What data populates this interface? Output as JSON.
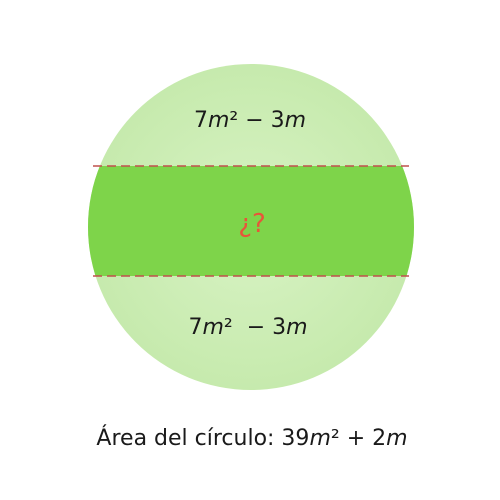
{
  "diagram": {
    "top_region": {
      "coef": "7",
      "var1": "m",
      "exp": "²",
      "op": " − 3",
      "var2": "m"
    },
    "middle_region": {
      "label": "¿?"
    },
    "bottom_region": {
      "coef": "7",
      "var1": "m",
      "exp": "²",
      "op": "  − 3",
      "var2": "m"
    },
    "caption": {
      "prefix": "Área del círculo: 39",
      "var1": "m",
      "exp": "²",
      "op": " + 2",
      "var2": "m"
    },
    "colors": {
      "circle_fill": "#cdeeb5",
      "band_fill": "#7ed44a",
      "dash_line": "#c0504d",
      "question": "#e8553a"
    }
  }
}
